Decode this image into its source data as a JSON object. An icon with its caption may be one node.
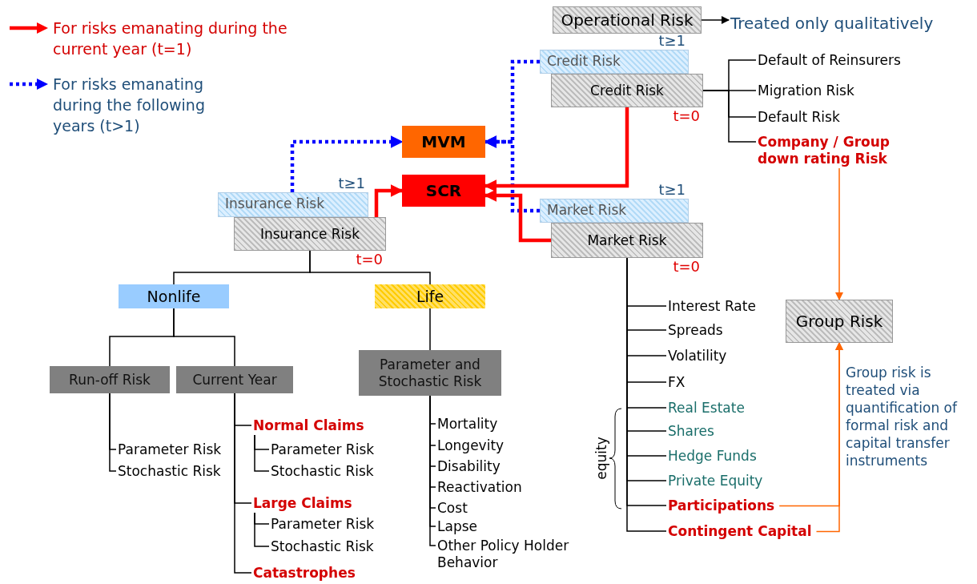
{
  "diagram": {
    "nodes": [
      {
        "text": [
          "Operational Risk"
        ]
      },
      {
        "text": [
          "Treated only qualitatively"
        ]
      },
      {
        "text": [
          "Credit Risk"
        ],
        "beside": [
          "t≥1"
        ]
      },
      {
        "text": [
          "Credit Risk"
        ],
        "beside": [
          "t=0"
        ]
      },
      {
        "text": [
          "Default of Reinsurers"
        ]
      },
      {
        "text": [
          "Migration Risk"
        ]
      },
      {
        "text": [
          "Default Risk"
        ]
      },
      {
        "text": [
          "Company / Group down rating Risk"
        ]
      },
      {
        "text": [
          "MVM"
        ]
      },
      {
        "text": [
          "SCR"
        ]
      },
      {
        "text": [
          "Insurance Risk"
        ],
        "beside": [
          "t≥1"
        ]
      },
      {
        "text": [
          "Insurance Risk"
        ],
        "beside": [
          "t=0"
        ]
      },
      {
        "text": [
          "Market Risk"
        ],
        "beside": [
          "t≥1"
        ]
      },
      {
        "text": [
          "Market Risk"
        ],
        "beside": [
          "t=0"
        ]
      },
      {
        "text": [
          "Group Risk"
        ]
      },
      {
        "text": [
          "Nonlife"
        ]
      },
      {
        "text": [
          "Life"
        ]
      },
      {
        "text": [
          "Run-off Risk"
        ]
      },
      {
        "text": [
          "Current Year"
        ]
      },
      {
        "text": [
          "Parameter and Stochastic Risk"
        ]
      },
      {
        "text": [
          "Interest Rate"
        ]
      },
      {
        "text": [
          "Spreads"
        ]
      },
      {
        "text": [
          "Volatility"
        ]
      },
      {
        "text": [
          "FX"
        ]
      },
      {
        "text": [
          "Real Estate"
        ]
      },
      {
        "text": [
          "Shares"
        ]
      },
      {
        "text": [
          "Hedge Funds"
        ]
      },
      {
        "text": [
          "Private Equity"
        ]
      },
      {
        "text": [
          "Participations"
        ]
      },
      {
        "text": [
          "Contingent Capital"
        ]
      },
      {
        "text": [
          "Parameter Risk"
        ]
      },
      {
        "text": [
          "Stochastic Risk"
        ]
      },
      {
        "text": [
          "Normal Claims"
        ]
      },
      {
        "text": [
          "Parameter Risk"
        ]
      },
      {
        "text": [
          "Stochastic Risk"
        ]
      },
      {
        "text": [
          "Large Claims"
        ]
      },
      {
        "text": [
          "Parameter Risk"
        ]
      },
      {
        "text": [
          "Stochastic Risk"
        ]
      },
      {
        "text": [
          "Catastrophes"
        ]
      },
      {
        "text": [
          "Mortality"
        ]
      },
      {
        "text": [
          "Longevity"
        ]
      },
      {
        "text": [
          "Disability"
        ]
      },
      {
        "text": [
          "Reactivation"
        ]
      },
      {
        "text": [
          "Cost"
        ]
      },
      {
        "text": [
          "Lapse"
        ]
      },
      {
        "text": [
          "Other Policy Holder Behavior"
        ]
      }
    ],
    "edges": [
      {
        "from": 0,
        "to": 1,
        "arrow": "to"
      },
      {
        "from": 10,
        "to": 8,
        "arrow": "to",
        "style": "dashed",
        "color": "#0000ff"
      },
      {
        "from": 2,
        "to": 8,
        "arrow": "to",
        "style": "dashed",
        "color": "#0000ff"
      },
      {
        "from": 12,
        "to": 8,
        "arrow": "to",
        "style": "dashed",
        "color": "#0000ff"
      },
      {
        "from": 11,
        "to": 9,
        "arrow": "to",
        "style": "thick",
        "color": "#ff0000"
      },
      {
        "from": 3,
        "to": 9,
        "arrow": "to",
        "style": "thick",
        "color": "#ff0000"
      },
      {
        "from": 13,
        "to": 9,
        "arrow": "to",
        "style": "thick",
        "color": "#ff0000"
      },
      {
        "from": 3,
        "to": 4,
        "arrow": "none"
      },
      {
        "from": 3,
        "to": 5,
        "arrow": "none"
      },
      {
        "from": 3,
        "to": 6,
        "arrow": "none"
      },
      {
        "from": 3,
        "to": 7,
        "arrow": "none"
      },
      {
        "from": 7,
        "to": 14,
        "arrow": "to",
        "color": "#ff6600"
      },
      {
        "from": 28,
        "to": 14,
        "arrow": "to",
        "color": "#ff6600"
      },
      {
        "from": 29,
        "to": 14,
        "arrow": "to",
        "color": "#ff6600"
      },
      {
        "from": 11,
        "to": 15,
        "arrow": "none"
      },
      {
        "from": 11,
        "to": 16,
        "arrow": "none"
      },
      {
        "from": 15,
        "to": 17,
        "arrow": "none"
      },
      {
        "from": 15,
        "to": 18,
        "arrow": "none"
      },
      {
        "from": 16,
        "to": 19,
        "arrow": "none"
      },
      {
        "from": 17,
        "to": 30,
        "arrow": "none"
      },
      {
        "from": 17,
        "to": 31,
        "arrow": "none"
      },
      {
        "from": 18,
        "to": 32,
        "arrow": "none"
      },
      {
        "from": 18,
        "to": 35,
        "arrow": "none"
      },
      {
        "from": 18,
        "to": 38,
        "arrow": "none"
      },
      {
        "from": 32,
        "to": 33,
        "arrow": "none"
      },
      {
        "from": 32,
        "to": 34,
        "arrow": "none"
      },
      {
        "from": 35,
        "to": 36,
        "arrow": "none"
      },
      {
        "from": 35,
        "to": 37,
        "arrow": "none"
      },
      {
        "from": 19,
        "to": 39,
        "arrow": "none"
      },
      {
        "from": 19,
        "to": 40,
        "arrow": "none"
      },
      {
        "from": 19,
        "to": 41,
        "arrow": "none"
      },
      {
        "from": 19,
        "to": 42,
        "arrow": "none"
      },
      {
        "from": 19,
        "to": 43,
        "arrow": "none"
      },
      {
        "from": 19,
        "to": 44,
        "arrow": "none"
      },
      {
        "from": 19,
        "to": 45,
        "arrow": "none"
      },
      {
        "from": 13,
        "to": 20,
        "arrow": "none"
      },
      {
        "from": 13,
        "to": 21,
        "arrow": "none"
      },
      {
        "from": 13,
        "to": 22,
        "arrow": "none"
      },
      {
        "from": 13,
        "to": 23,
        "arrow": "none"
      },
      {
        "from": 13,
        "to": 24,
        "arrow": "none"
      },
      {
        "from": 13,
        "to": 25,
        "arrow": "none"
      },
      {
        "from": 13,
        "to": 26,
        "arrow": "none"
      },
      {
        "from": 13,
        "to": 27,
        "arrow": "none"
      },
      {
        "from": 13,
        "to": 28,
        "arrow": "none"
      },
      {
        "from": 13,
        "to": 29,
        "arrow": "none"
      }
    ],
    "labels": [
      "Group risk is treated via quantification of formal risk and capital transfer instruments",
      "equity"
    ],
    "legend": [
      {
        "text": "For risks emanating during the current year (t=1)"
      },
      {
        "text": "For risks emanating during the following years (t>1)"
      }
    ]
  }
}
